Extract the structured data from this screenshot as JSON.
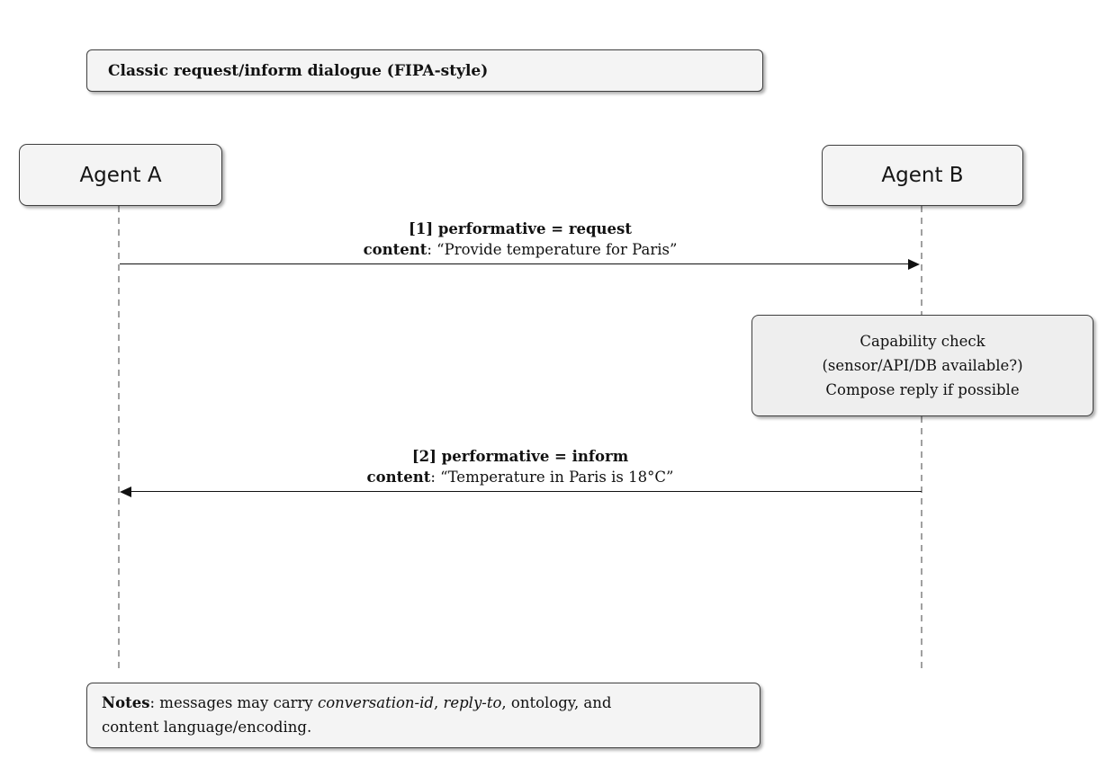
{
  "title": {
    "label": "Classic request/inform dialogue (FIPA-style)"
  },
  "agents": {
    "a": "Agent A",
    "b": "Agent B"
  },
  "messages": {
    "m1": {
      "header": "[1] performative = request",
      "content_label": "content",
      "content_text": ": “Provide temperature for Paris”"
    },
    "m2": {
      "header": "[2] performative = inform",
      "content_label": "content",
      "content_text": ": “Temperature in Paris is 18°C”"
    }
  },
  "capability_note": {
    "line1": "Capability check",
    "line2": "(sensor/API/DB available?)",
    "line3": "Compose reply if possible"
  },
  "footer_note": {
    "label": "Notes",
    "seg1": ": messages may carry ",
    "italic1": "conversation-id",
    "sep1": ", ",
    "italic2": "reply-to",
    "seg2": ", ontology, and",
    "line2": "content language/encoding."
  },
  "colors": {
    "background": "#ffffff",
    "box_fill": "#f4f4f4",
    "box_border": "#3f3f3f",
    "lifeline": "#a0a0a0",
    "arrow": "#111111",
    "text": "#111111"
  }
}
